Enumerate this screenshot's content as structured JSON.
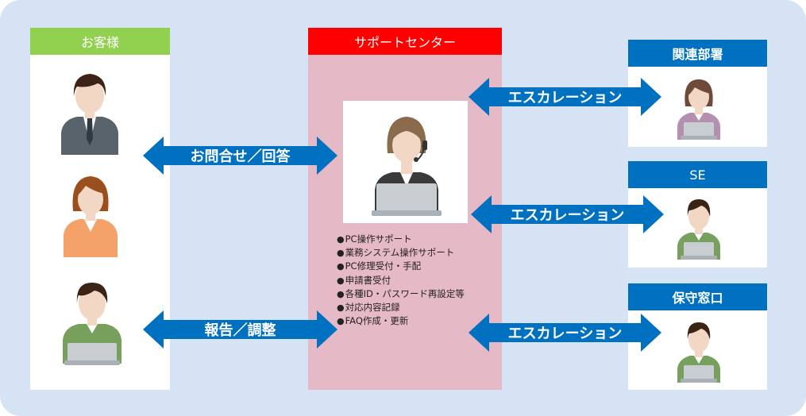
{
  "customer": {
    "title": "お客様"
  },
  "support": {
    "title": "サポートセンター",
    "services": [
      "PC操作サポート",
      "業務システム操作サポート",
      "PC修理受付・手配",
      "申請書受付",
      "各種ID・パスワード再設定等",
      "対応内容記録",
      "FAQ作成・更新"
    ],
    "bullet": "●"
  },
  "departments": [
    {
      "title": "関連部署"
    },
    {
      "title": "SE"
    },
    {
      "title": "保守窓口"
    }
  ],
  "arrows": {
    "inquiry": "お問合せ／回答",
    "report": "報告／調整",
    "escalation": "エスカレーション"
  },
  "colors": {
    "frame": "#d6e3f4",
    "customer_header": "#92d050",
    "support_header": "#ff0000",
    "support_body": "#e6b9c6",
    "dept_header": "#0070c0",
    "arrow": "#0070c0"
  },
  "icons": [
    "customer-male-icon",
    "customer-female-icon",
    "customer-laptop-icon",
    "operator-headset-icon",
    "staff-female-icon",
    "staff-male-icon"
  ]
}
